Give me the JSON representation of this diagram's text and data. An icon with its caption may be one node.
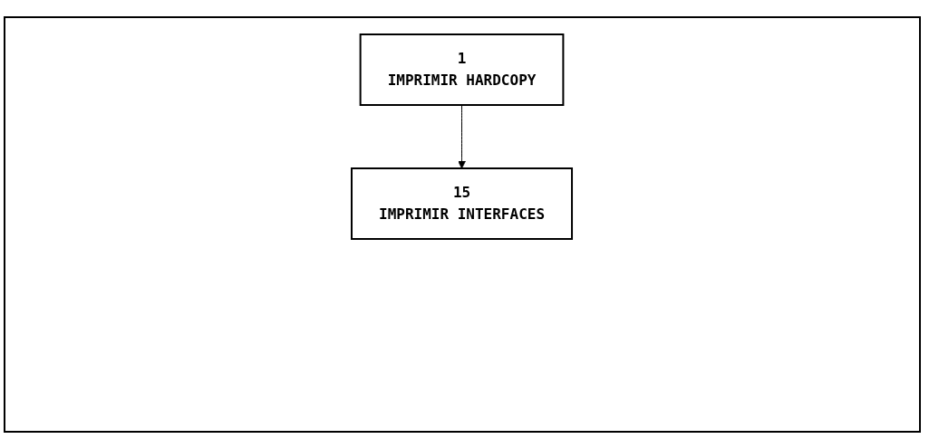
{
  "diagram": {
    "nodes": [
      {
        "text": [
          "1",
          "IMPRIMIR HARDCOPY"
        ]
      },
      {
        "text": [
          "15",
          "IMPRIMIR INTERFACES"
        ]
      }
    ],
    "edges": [
      {
        "from": 0,
        "to": 1,
        "arrow": "to"
      }
    ]
  }
}
